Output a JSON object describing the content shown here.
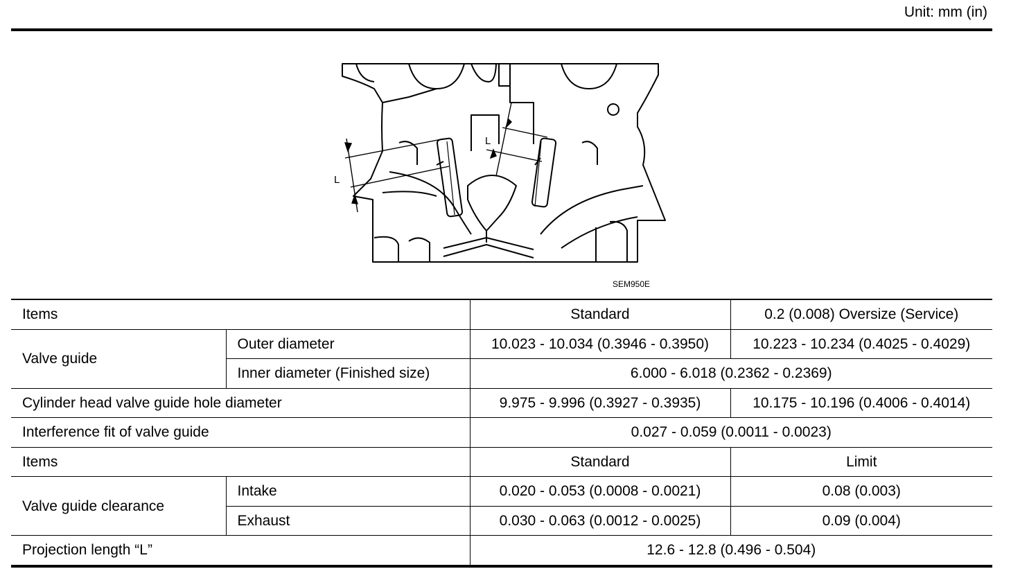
{
  "unit_label": "Unit: mm (in)",
  "figure": {
    "code": "SEM950E",
    "dimension_label": "L"
  },
  "table1": {
    "header": {
      "items": "Items",
      "standard": "Standard",
      "oversize": "0.2 (0.008) Oversize (Service)"
    },
    "valve_guide": {
      "label": "Valve guide",
      "outer_label": "Outer diameter",
      "outer_standard": "10.023 - 10.034 (0.3946 - 0.3950)",
      "outer_oversize": "10.223 - 10.234 (0.4025 - 0.4029)",
      "inner_label": "Inner diameter (Finished size)",
      "inner_value": "6.000 - 6.018 (0.2362 - 0.2369)"
    },
    "hole": {
      "label": "Cylinder head valve guide hole diameter",
      "standard": "9.975 - 9.996 (0.3927 - 0.3935)",
      "oversize": "10.175 - 10.196 (0.4006 - 0.4014)"
    },
    "interference": {
      "label": "Interference fit of valve guide",
      "value": "0.027 - 0.059 (0.0011 - 0.0023)"
    }
  },
  "table2": {
    "header": {
      "items": "Items",
      "standard": "Standard",
      "limit": "Limit"
    },
    "clearance": {
      "label": "Valve guide clearance",
      "intake_label": "Intake",
      "intake_standard": "0.020 - 0.053 (0.0008 - 0.0021)",
      "intake_limit": "0.08 (0.003)",
      "exhaust_label": "Exhaust",
      "exhaust_standard": "0.030 - 0.063 (0.0012 - 0.0025)",
      "exhaust_limit": "0.09 (0.004)"
    },
    "projection": {
      "label": "Projection length “L”",
      "value": "12.6 - 12.8 (0.496 - 0.504)"
    }
  }
}
